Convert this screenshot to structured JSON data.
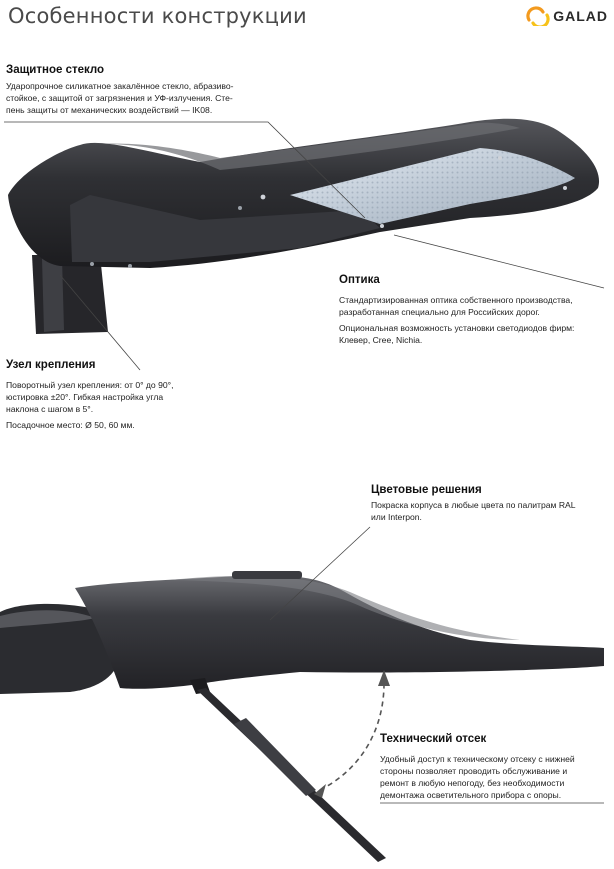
{
  "page": {
    "title": "Особенности конструкции",
    "brand": "GALAD"
  },
  "sections": {
    "glass": {
      "heading": "Защитное стекло",
      "lines": [
        "Ударопрочное силикатное закалённое стекло, абразиво-",
        "стойкое, с защитой от загрязнения и УФ-излучения. Сте-",
        "пень защиты от механических воздействий — IK08."
      ]
    },
    "optics": {
      "heading": "Оптика",
      "lines": [
        "Стандартизированная оптика собственного производства,",
        "разработанная специально  для Российских дорог."
      ],
      "lines2": [
        "Опциональная возможность установки светодиодов фирм:",
        "Клевер, Cree, Nichia."
      ]
    },
    "mount": {
      "heading": "Узел крепления",
      "lines": [
        "Поворотный узел крепления: от 0° до 90°,",
        "юстировка  ±20°. Гибкая настройка угла",
        "наклона с шагом в 5°."
      ],
      "extra": "Посадочное место: Ø 50, 60 мм."
    },
    "color": {
      "heading": "Цветовые решения",
      "lines": [
        "Покраска корпуса в любые цвета по палитрам RAL",
        "или Interpon."
      ]
    },
    "tech": {
      "heading": "Технический отсек",
      "lines": [
        "Удобный доступ к техническому отсеку с нижней",
        "стороны позволяет проводить обслуживание и",
        "ремонт в любую непогоду, без необходимости",
        "демонтажа осветительного прибора с опоры."
      ]
    }
  },
  "colors": {
    "body": "#2b2b2e",
    "body_light": "#4a4b50",
    "optic": "#c9d3de",
    "logo_orange": "#f39a1e",
    "logo_yellow": "#f7c21a"
  }
}
